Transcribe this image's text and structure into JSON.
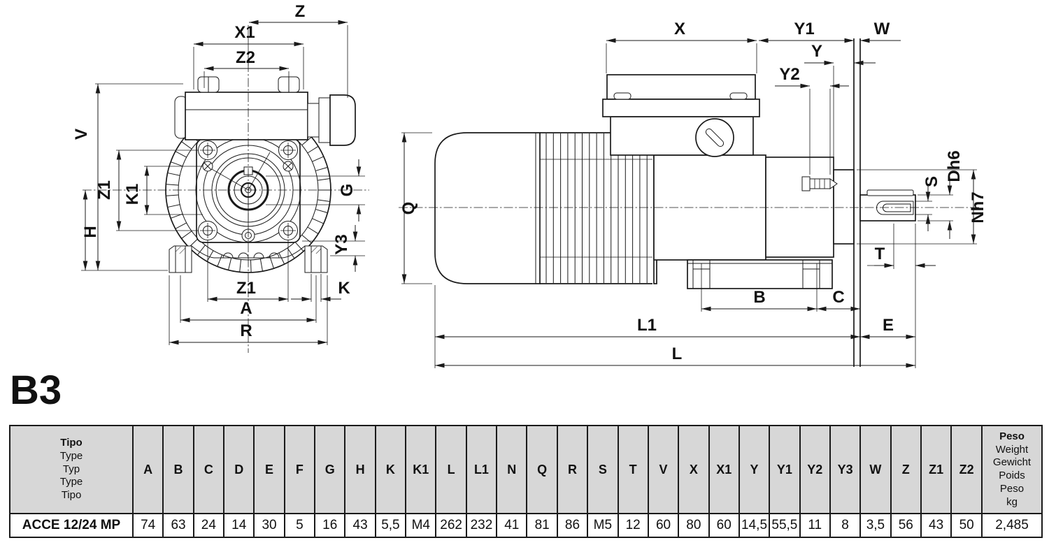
{
  "drawing": {
    "mounting_code": "B3",
    "front_view": {
      "name": "gearmotor front view",
      "dims": {
        "z": "Z",
        "x1": "X1",
        "z2": "Z2",
        "v": "V",
        "z1_left": "Z1",
        "k1": "K1",
        "h": "H",
        "g": "G",
        "y3": "Y3",
        "z1_bottom": "Z1",
        "k": "K",
        "a": "A",
        "r": "R"
      }
    },
    "side_view": {
      "name": "gearmotor side view",
      "dims": {
        "x": "X",
        "y1": "Y1",
        "w": "W",
        "y": "Y",
        "y2": "Y2",
        "q": "Q",
        "dh6": "Dh6",
        "s": "S",
        "nh7": "Nh7",
        "t": "T",
        "b": "B",
        "c": "C",
        "l1": "L1",
        "e": "E",
        "l": "L"
      }
    }
  },
  "table": {
    "type_header": {
      "title": "Tipo",
      "subtitles": [
        "Type",
        "Typ",
        "Type",
        "Tipo"
      ]
    },
    "dim_columns": [
      "A",
      "B",
      "C",
      "D",
      "E",
      "F",
      "G",
      "H",
      "K",
      "K1",
      "L",
      "L1",
      "N",
      "Q",
      "R",
      "S",
      "T",
      "V",
      "X",
      "X1",
      "Y",
      "Y1",
      "Y2",
      "Y3",
      "W",
      "Z",
      "Z1",
      "Z2"
    ],
    "weight_header": {
      "title": "Peso",
      "subtitles": [
        "Weight",
        "Gewicht",
        "Poids",
        "Peso",
        "kg"
      ]
    },
    "rows": [
      {
        "type": "ACCE 12/24 MP",
        "values": [
          "74",
          "63",
          "24",
          "14",
          "30",
          "5",
          "16",
          "43",
          "5,5",
          "M4",
          "262",
          "232",
          "41",
          "81",
          "86",
          "M5",
          "12",
          "60",
          "80",
          "60",
          "14,5",
          "55,5",
          "11",
          "8",
          "3,5",
          "56",
          "43",
          "50"
        ],
        "weight": "2,485"
      }
    ]
  }
}
